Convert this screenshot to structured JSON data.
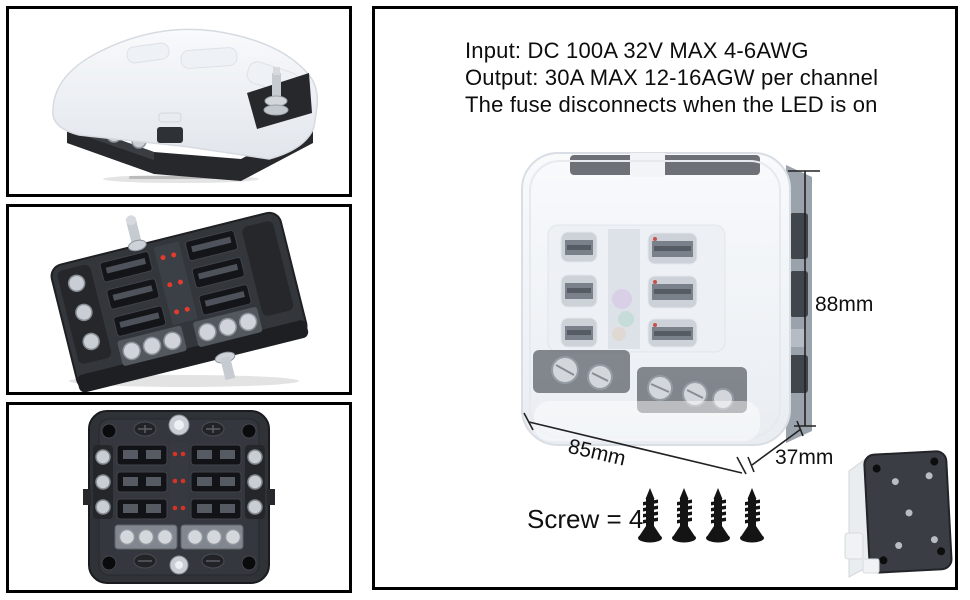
{
  "specs": {
    "line1": "Input: DC 100A 32V MAX 4-6AWG",
    "line2": "Output: 30A MAX 12-16AGW per channel",
    "line3": "The fuse disconnects when the LED is on"
  },
  "dimensions": {
    "height": "88mm",
    "width": "85mm",
    "depth": "37mm"
  },
  "screw": {
    "label": "Screw = 4",
    "count": 4,
    "icon": "screw-icon"
  },
  "colors": {
    "frame_border": "#000000",
    "background": "#ffffff",
    "led_red": "#d63227",
    "body_black": "#2f3237",
    "frost_white": "#eef1f5",
    "metal_silver": "#ccd1d7"
  }
}
